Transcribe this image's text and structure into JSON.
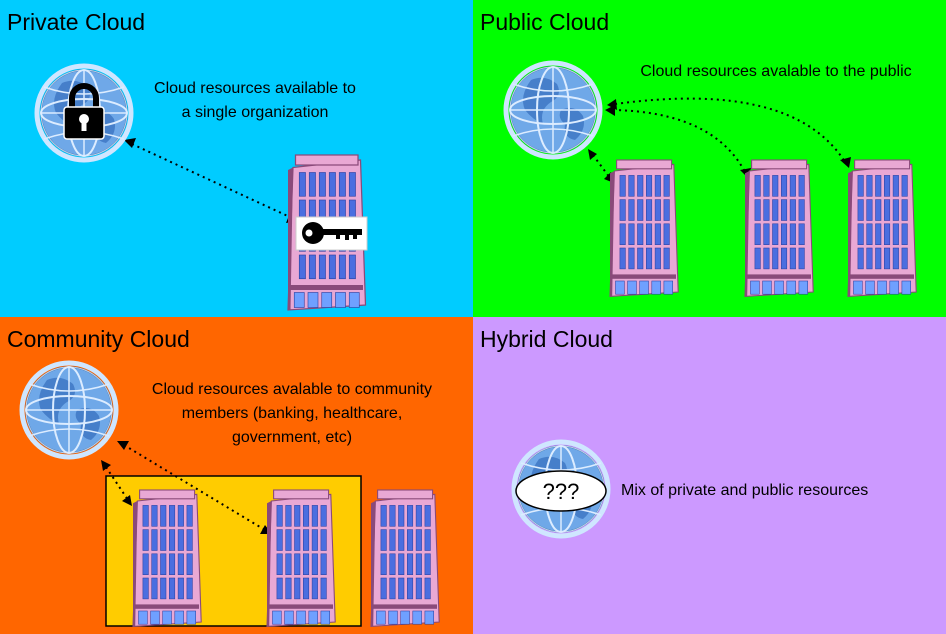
{
  "colors": {
    "private_bg": "#00ccff",
    "public_bg": "#00ff00",
    "community_bg": "#ff6600",
    "hybrid_bg": "#cc99ff",
    "community_group_bg": "#ffcc00",
    "building_pink": "#e9a8d4",
    "building_dark": "#8a4a7a",
    "window_blue": "#4a6ee0",
    "globe_blue": "#6fa8e8"
  },
  "panels": {
    "private": {
      "title": "Private Cloud",
      "description_lines": [
        "Cloud resources available to",
        "a single organization"
      ],
      "icons": [
        "globe-icon",
        "padlock-icon",
        "building-icon",
        "key-icon"
      ]
    },
    "public": {
      "title": "Public Cloud",
      "description_lines": [
        "Cloud resources avalable to the public"
      ],
      "icons": [
        "globe-icon",
        "building-icon",
        "building-icon",
        "building-icon"
      ]
    },
    "community": {
      "title": "Community Cloud",
      "description_lines": [
        "Cloud resources avalable to community",
        "members (banking, healthcare,",
        "government, etc)"
      ],
      "icons": [
        "globe-icon",
        "building-icon",
        "building-icon",
        "building-icon"
      ]
    },
    "hybrid": {
      "title": "Hybrid Cloud",
      "globe_label": "???",
      "description_lines": [
        "Mix of private and public resources"
      ],
      "icons": [
        "globe-icon",
        "speech-bubble-icon"
      ]
    }
  }
}
